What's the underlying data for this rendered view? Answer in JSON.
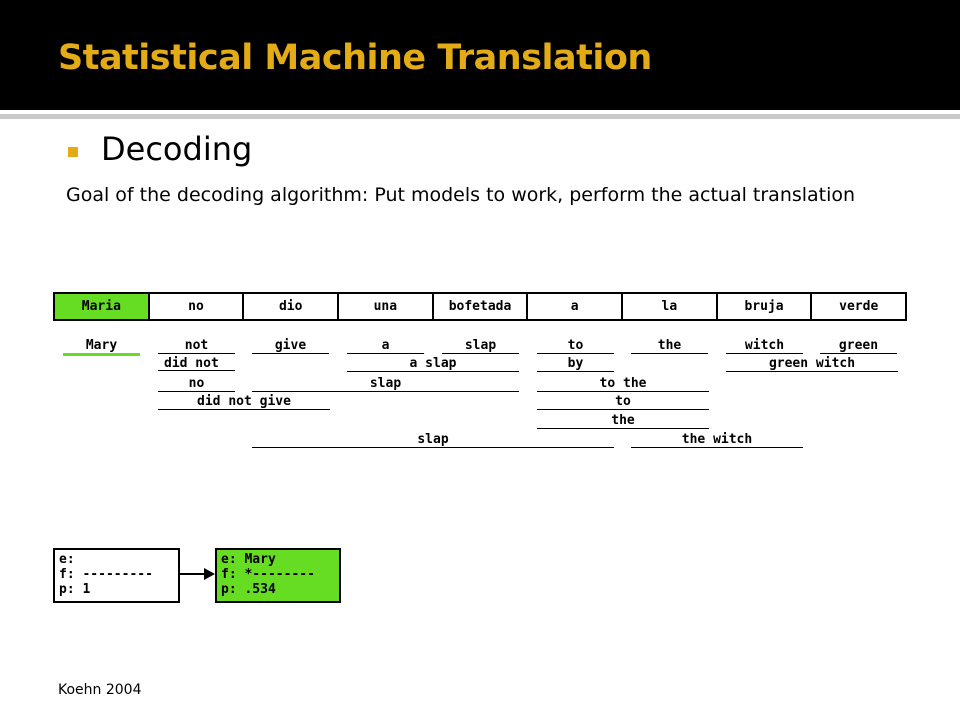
{
  "slide": {
    "title": "Statistical Machine Translation",
    "heading": "Decoding",
    "body": "Goal of the decoding algorithm: Put models to work, perform the actual translation",
    "footer": "Koehn 2004"
  },
  "words": [
    "Maria",
    "no",
    "dio",
    "una",
    "bofetada",
    "a",
    "la",
    "bruja",
    "verde"
  ],
  "options": [
    {
      "text": "Mary"
    },
    {
      "text": "not"
    },
    {
      "text": "give"
    },
    {
      "text": "a"
    },
    {
      "text": "slap"
    },
    {
      "text": "to"
    },
    {
      "text": "the"
    },
    {
      "text": "witch"
    },
    {
      "text": "green"
    },
    {
      "text": "did not"
    },
    {
      "text": "a slap"
    },
    {
      "text": "by"
    },
    {
      "text": "green witch"
    },
    {
      "text": "no"
    },
    {
      "text": "slap"
    },
    {
      "text": "to the"
    },
    {
      "text": "did not give"
    },
    {
      "text": "to"
    },
    {
      "text": "the"
    },
    {
      "text": "slap"
    },
    {
      "text": "the witch"
    }
  ],
  "hypotheses": [
    {
      "e": "e:",
      "f": "f: ---------",
      "p": "p: 1"
    },
    {
      "e": "e: Mary",
      "f": "f: *--------",
      "p": "p: .534"
    }
  ],
  "colors": {
    "accent": "#e3ab16",
    "highlight": "#66dd22",
    "header_bg": "#000000",
    "content_bg": "#ffffff"
  }
}
